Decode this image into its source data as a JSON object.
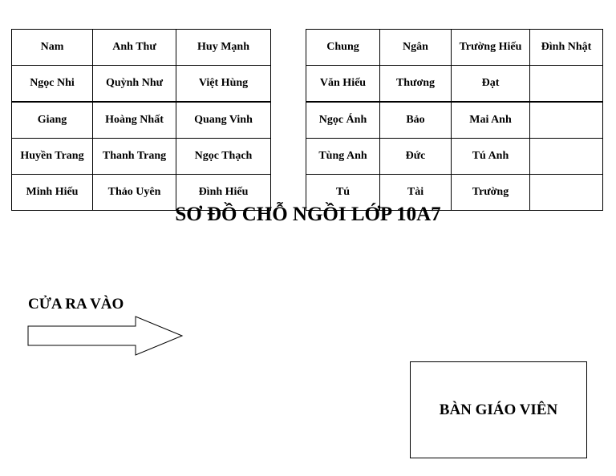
{
  "seating": {
    "left_block": [
      [
        "Nam",
        "Anh Thư",
        "Huy Mạnh"
      ],
      [
        "Ngọc Nhi",
        "Quỳnh Như",
        "Việt Hùng"
      ],
      [
        "Giang",
        "Hoàng Nhất",
        "Quang Vinh"
      ],
      [
        "Huyền Trang",
        "Thanh Trang",
        "Ngọc Thạch"
      ],
      [
        "Minh Hiếu",
        "Thảo Uyên",
        "Đình Hiếu"
      ]
    ],
    "right_block": [
      [
        "Chung",
        "Ngân",
        "Trường Hiếu",
        "Đình Nhật"
      ],
      [
        "Văn Hiếu",
        "Thương",
        "Đạt",
        ""
      ],
      [
        "Ngọc Ánh",
        "Bảo",
        "Mai Anh",
        ""
      ],
      [
        "Tùng Anh",
        "Đức",
        "Tú Anh",
        ""
      ],
      [
        "Tú",
        "Tài",
        "Trường",
        ""
      ]
    ]
  },
  "title": "SƠ ĐỒ CHỖ NGỒI LỚP 10A7",
  "door": {
    "label": "CỬA RA VÀO",
    "icon": "arrow-right-icon"
  },
  "teacher_desk": {
    "label": "BÀN GIÁO VIÊN"
  }
}
